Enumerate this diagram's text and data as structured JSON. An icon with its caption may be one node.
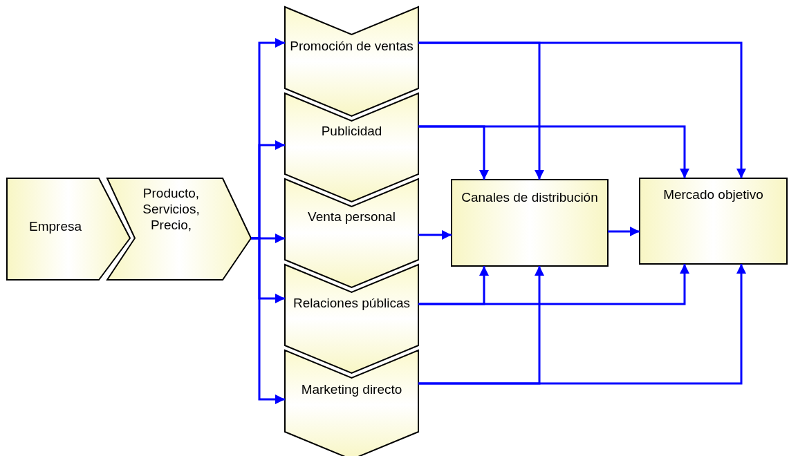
{
  "diagram": {
    "nodes": [
      {
        "text": [
          "Empresa"
        ]
      },
      {
        "text": [
          "Producto, Servicios, Precio,"
        ]
      },
      {
        "text": [
          "Promoción de ventas"
        ]
      },
      {
        "text": [
          "Publicidad"
        ]
      },
      {
        "text": [
          "Venta personal"
        ]
      },
      {
        "text": [
          "Relaciones públicas"
        ]
      },
      {
        "text": [
          "Marketing directo"
        ]
      },
      {
        "text": [
          "Canales de distribución"
        ]
      },
      {
        "text": [
          "Mercado objetivo"
        ]
      }
    ],
    "edges": [
      {
        "from": 1,
        "to": 2,
        "arrow": "to"
      },
      {
        "from": 1,
        "to": 3,
        "arrow": "to"
      },
      {
        "from": 1,
        "to": 4,
        "arrow": "to"
      },
      {
        "from": 1,
        "to": 5,
        "arrow": "to"
      },
      {
        "from": 1,
        "to": 6,
        "arrow": "to"
      },
      {
        "from": 2,
        "to": 7,
        "arrow": "to"
      },
      {
        "from": 2,
        "to": 8,
        "arrow": "to"
      },
      {
        "from": 3,
        "to": 7,
        "arrow": "to"
      },
      {
        "from": 3,
        "to": 8,
        "arrow": "to"
      },
      {
        "from": 4,
        "to": 7,
        "arrow": "to"
      },
      {
        "from": 7,
        "to": 8,
        "arrow": "to"
      },
      {
        "from": 5,
        "to": 7,
        "arrow": "to"
      },
      {
        "from": 5,
        "to": 8,
        "arrow": "to"
      },
      {
        "from": 6,
        "to": 7,
        "arrow": "to"
      },
      {
        "from": 6,
        "to": 8,
        "arrow": "to"
      }
    ]
  }
}
